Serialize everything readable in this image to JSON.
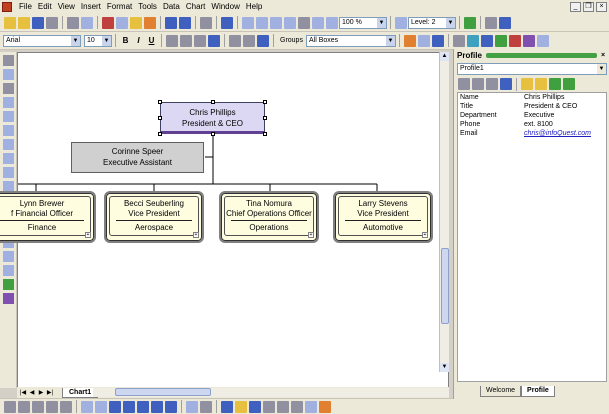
{
  "menu": {
    "items": [
      "File",
      "Edit",
      "View",
      "Insert",
      "Format",
      "Tools",
      "Data",
      "Chart",
      "Window",
      "Help"
    ]
  },
  "toolbar": {
    "zoom": "100 %",
    "level": "Level: 2",
    "font": "Arial",
    "font_size": "10",
    "groups_label": "Groups",
    "groups_value": "All Boxes"
  },
  "chart": {
    "ceo": {
      "name": "Chris Phillips",
      "title": "President & CEO"
    },
    "assistant": {
      "name": "Corinne Speer",
      "title": "Executive Assistant"
    },
    "managers": [
      {
        "name": "Lynn Brewer",
        "title": "f Financial Officer",
        "dept": "Finance"
      },
      {
        "name": "Becci Seuberling",
        "title": "Vice President",
        "dept": "Aerospace"
      },
      {
        "name": "Tina Nomura",
        "title": "Chief Operations Officer",
        "dept": "Operations"
      },
      {
        "name": "Larry Stevens",
        "title": "Vice President",
        "dept": "Automotive"
      }
    ]
  },
  "sheet": {
    "tab_label": "Chart1"
  },
  "panel": {
    "title": "Profile",
    "profile_select": "Profile1",
    "fields": [
      {
        "key": "Name",
        "value": "Chris Phillips"
      },
      {
        "key": "Title",
        "value": "President & CEO"
      },
      {
        "key": "Department",
        "value": "Executive"
      },
      {
        "key": "Phone",
        "value": "ext. 8100"
      },
      {
        "key": "Email",
        "value": "chris@infoQuest.com"
      }
    ],
    "tabs": [
      "Welcome",
      "Profile"
    ]
  }
}
